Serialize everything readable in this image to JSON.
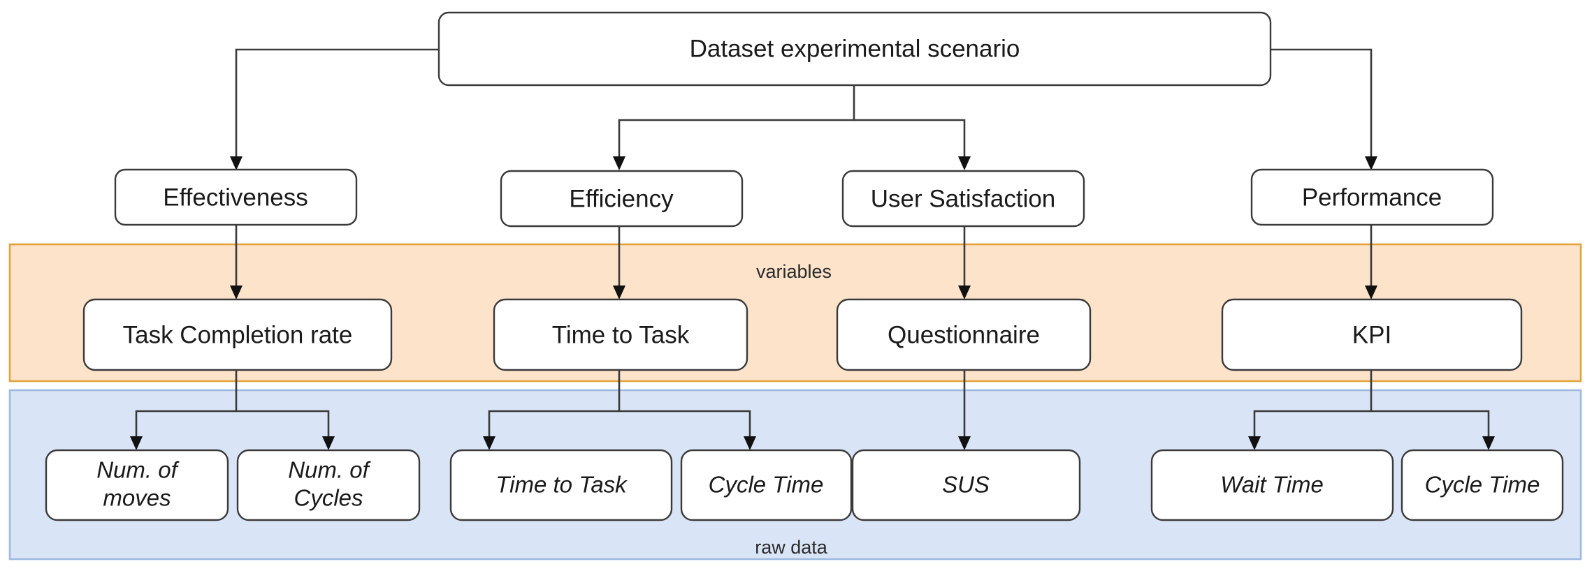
{
  "diagram": {
    "title_node": {
      "label": "Dataset experimental scenario"
    },
    "dimension_nodes": [
      {
        "label": "Effectiveness"
      },
      {
        "label": "Efficiency"
      },
      {
        "label": "User Satisfaction"
      },
      {
        "label": "Performance"
      }
    ],
    "bands": {
      "variables": {
        "label": "variables",
        "fill": "#FCE3CA",
        "stroke": "#E2A33C"
      },
      "raw_data": {
        "label": "raw data",
        "fill": "#D9E5F6",
        "stroke": "#9FB9DF"
      }
    },
    "variable_nodes": [
      {
        "label": "Task Completion rate"
      },
      {
        "label": "Time to Task"
      },
      {
        "label": "Questionnaire"
      },
      {
        "label": "KPI"
      }
    ],
    "raw_data_nodes": [
      {
        "label_line1": "Num. of",
        "label_line2": "moves"
      },
      {
        "label_line1": "Num. of",
        "label_line2": "Cycles"
      },
      {
        "label_line1": "Time to Task",
        "label_line2": ""
      },
      {
        "label_line1": "Cycle Time",
        "label_line2": ""
      },
      {
        "label_line1": "SUS",
        "label_line2": ""
      },
      {
        "label_line1": "Wait Time",
        "label_line2": ""
      },
      {
        "label_line1": "Cycle Time",
        "label_line2": ""
      }
    ]
  }
}
